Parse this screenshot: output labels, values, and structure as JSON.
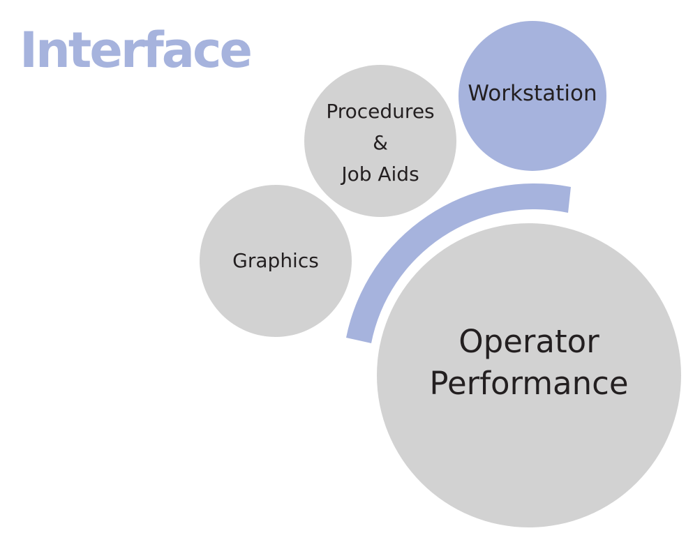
{
  "title": "Interface",
  "nodes": {
    "graphics": "Graphics",
    "procedures": "Procedures\n&\nJob Aids",
    "workstation": "Workstation",
    "operator": "Operator\nPerformance"
  },
  "colors": {
    "accent": "#a6b3dd",
    "circle_gray": "#d2d2d2",
    "text": "#231f20"
  }
}
